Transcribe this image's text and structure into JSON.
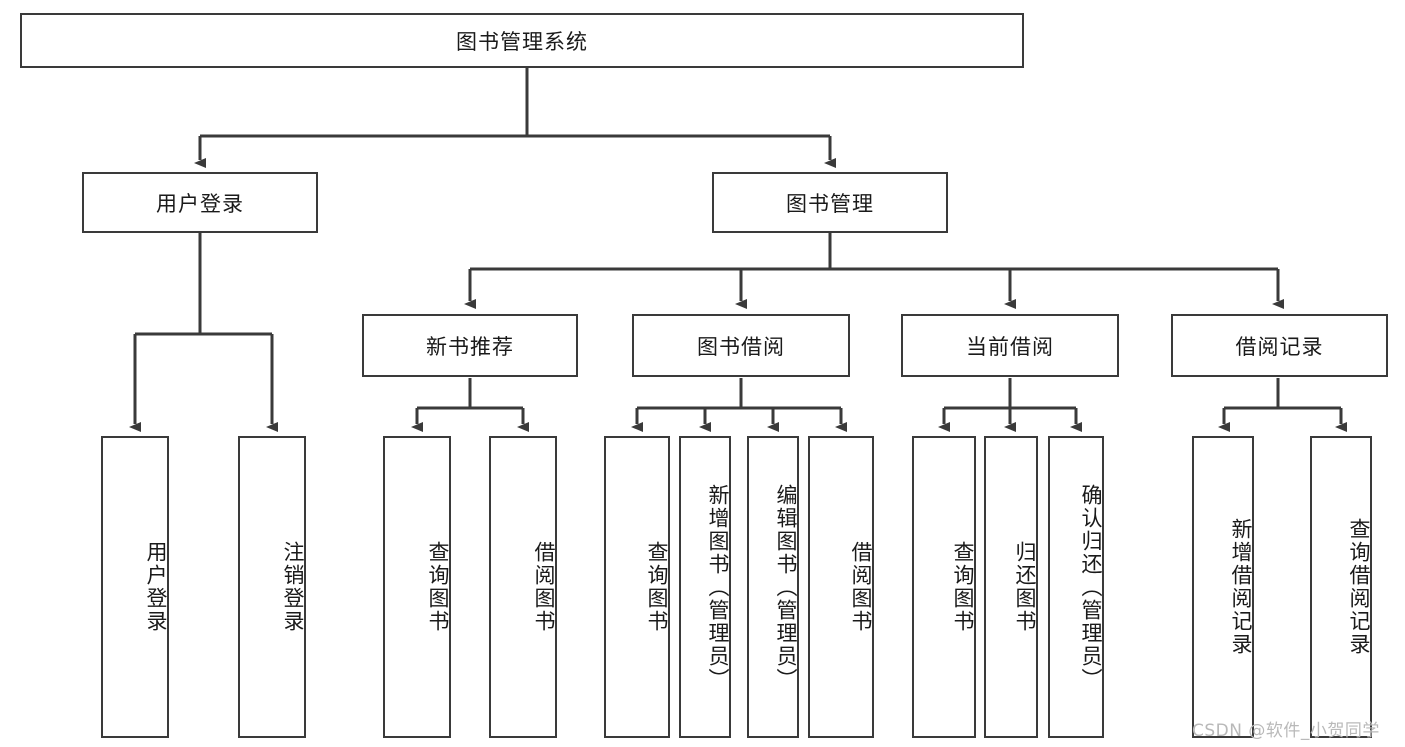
{
  "diagram": {
    "title_node": {
      "label": "图书管理系统"
    },
    "level1": [
      {
        "id": "user-login",
        "label": "用户登录"
      },
      {
        "id": "book-management",
        "label": "图书管理"
      }
    ],
    "level2": [
      {
        "id": "new-book-recommend",
        "label": "新书推荐"
      },
      {
        "id": "book-borrow",
        "label": "图书借阅"
      },
      {
        "id": "current-borrow",
        "label": "当前借阅"
      },
      {
        "id": "borrow-record",
        "label": "借阅记录"
      }
    ],
    "leaves": {
      "user_login": [
        {
          "id": "leaf-user-login",
          "label": "用户登录"
        },
        {
          "id": "leaf-logout-login",
          "label": "注销登录"
        }
      ],
      "new_book_recommend": [
        {
          "id": "leaf-query-book-1",
          "label": "查询图书"
        },
        {
          "id": "leaf-borrow-book-1",
          "label": "借阅图书"
        }
      ],
      "book_borrow": [
        {
          "id": "leaf-query-book-2",
          "label": "查询图书"
        },
        {
          "id": "leaf-add-book",
          "label": "新增图书（管理员）"
        },
        {
          "id": "leaf-edit-book",
          "label": "编辑图书（管理员）"
        },
        {
          "id": "leaf-borrow-book-2",
          "label": "借阅图书"
        }
      ],
      "current_borrow": [
        {
          "id": "leaf-query-book-3",
          "label": "查询图书"
        },
        {
          "id": "leaf-return-book",
          "label": "归还图书"
        },
        {
          "id": "leaf-confirm-return",
          "label": "确认归还（管理员）"
        }
      ],
      "borrow_record": [
        {
          "id": "leaf-add-record",
          "label": "新增借阅记录"
        },
        {
          "id": "leaf-query-record",
          "label": "查询借阅记录"
        }
      ]
    },
    "watermark": {
      "text": "CSDN @软件_小贺同学"
    },
    "colors": {
      "stroke": "#3a3a3a",
      "fill": "#ffffff",
      "text": "#1a1a1a",
      "watermark": "#b9b9b9"
    }
  }
}
